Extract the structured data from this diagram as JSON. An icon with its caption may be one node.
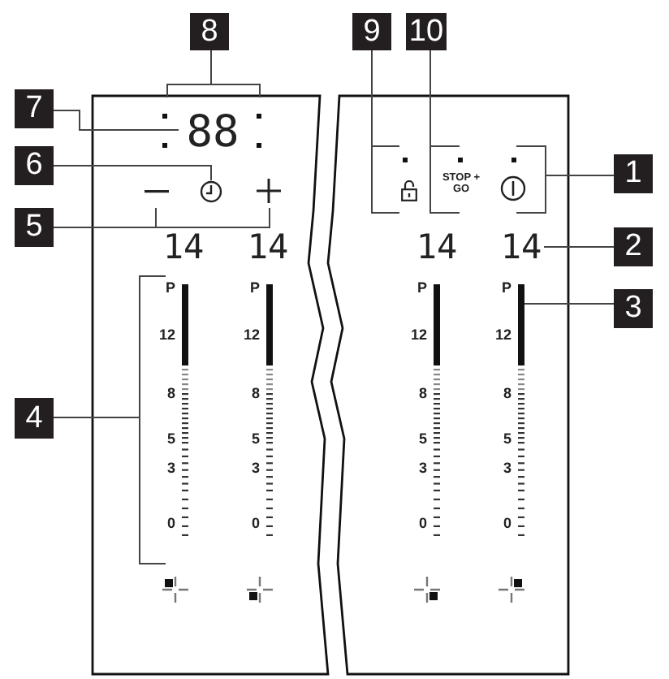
{
  "diagram": {
    "nodes": [
      {
        "text": [
          "8"
        ]
      },
      {
        "text": [
          "7"
        ]
      },
      {
        "text": [
          "6"
        ]
      },
      {
        "text": [
          "5"
        ]
      },
      {
        "text": [
          "4"
        ]
      },
      {
        "text": [
          "9"
        ]
      },
      {
        "text": [
          "10"
        ]
      },
      {
        "text": [
          "1"
        ]
      },
      {
        "text": [
          "2"
        ]
      },
      {
        "text": [
          "3"
        ]
      },
      {
        "text": [
          "88"
        ]
      },
      {
        "text": [],
        "shape": "circle"
      },
      {
        "text": [
          "14"
        ]
      },
      {
        "text": [
          "14"
        ]
      },
      {
        "text": [
          "14"
        ]
      },
      {
        "text": [
          "14"
        ]
      },
      {
        "text": [],
        "shape": "bar"
      },
      {
        "text": [],
        "shape": "bracket"
      },
      {
        "text": [],
        "shape": "bracket"
      },
      {
        "text": [],
        "shape": "bracket"
      },
      {
        "text": [],
        "shape": "bracket"
      },
      {
        "text": [],
        "shape": "bracket"
      },
      {
        "text": [],
        "shape": "bracket"
      }
    ],
    "edges": [
      {
        "from": 0,
        "to": 17,
        "arrow": "none"
      },
      {
        "from": 1,
        "to": 10,
        "arrow": "none"
      },
      {
        "from": 2,
        "to": 11,
        "arrow": "none"
      },
      {
        "from": 3,
        "to": 18,
        "arrow": "none"
      },
      {
        "from": 4,
        "to": 19,
        "arrow": "none"
      },
      {
        "from": 5,
        "to": 20,
        "arrow": "none"
      },
      {
        "from": 6,
        "to": 21,
        "arrow": "none"
      },
      {
        "from": 7,
        "to": 22,
        "arrow": "none"
      },
      {
        "from": 8,
        "to": 15,
        "arrow": "none"
      },
      {
        "from": 9,
        "to": 16,
        "arrow": "none"
      }
    ],
    "labels": [
      "STOP + GO",
      "P",
      "12",
      "8",
      "5",
      "3",
      "0",
      "P",
      "12",
      "8",
      "5",
      "3",
      "0",
      "P",
      "12",
      "8",
      "5",
      "3",
      "0",
      "P",
      "12",
      "8",
      "5",
      "3",
      "0"
    ]
  }
}
